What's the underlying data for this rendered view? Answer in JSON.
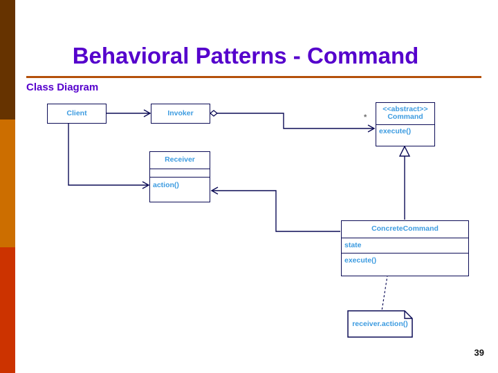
{
  "slide": {
    "title": "Behavioral Patterns - Command",
    "subtitle": "Class Diagram",
    "page_number": "39",
    "colors": {
      "title_purple": "#5500CC",
      "rule_brown": "#B4500A",
      "band_dark_brown": "#663300",
      "band_orange": "#CC6E00",
      "band_red": "#CC3300",
      "box_border": "#0A0A55",
      "box_text_blue": "#3C9BE0"
    }
  },
  "diagram": {
    "type": "uml-class-diagram",
    "classes": [
      {
        "id": "client",
        "name": "Client",
        "stereotype": "",
        "attributes": [],
        "operations": []
      },
      {
        "id": "invoker",
        "name": "Invoker",
        "stereotype": "",
        "attributes": [],
        "operations": []
      },
      {
        "id": "command",
        "name": "Command",
        "stereotype": "<<abstract>>",
        "attributes": [],
        "operations": [
          "execute()"
        ]
      },
      {
        "id": "receiver",
        "name": "Receiver",
        "stereotype": "",
        "attributes": [],
        "operations": [
          "action()"
        ]
      },
      {
        "id": "concrete_command",
        "name": "ConcreteCommand",
        "stereotype": "",
        "attributes": [
          "state"
        ],
        "operations": [
          "execute()"
        ]
      }
    ],
    "note": {
      "text": "receiver.action()",
      "anchored_to": "concrete_command.execute()"
    },
    "multiplicities": [
      {
        "label": "*",
        "on": "invoker-command"
      }
    ],
    "relationships": [
      {
        "from": "client",
        "to": "invoker",
        "kind": "association-arrow"
      },
      {
        "from": "client",
        "to": "receiver",
        "kind": "association-arrow"
      },
      {
        "from": "invoker",
        "to": "command",
        "kind": "aggregation-arrow"
      },
      {
        "from": "concrete_command",
        "to": "command",
        "kind": "generalization"
      },
      {
        "from": "concrete_command",
        "to": "receiver",
        "kind": "association-arrow"
      }
    ]
  }
}
